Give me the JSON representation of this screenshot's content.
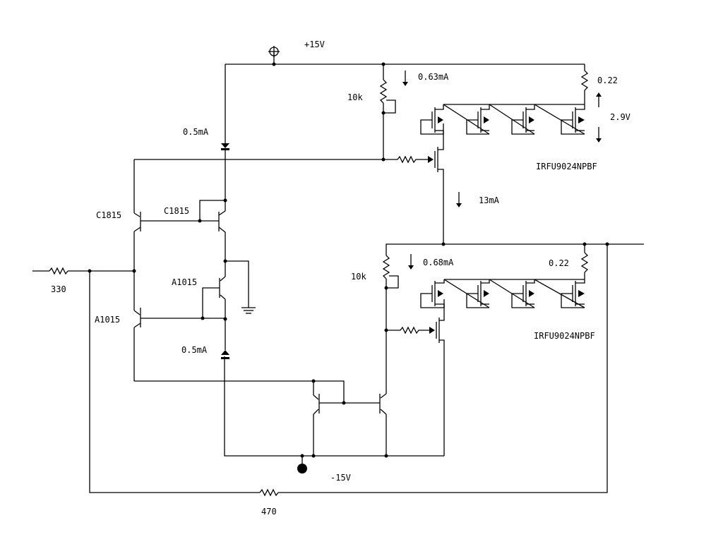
{
  "labels": {
    "vpos": "+15V",
    "vneg": "-15V",
    "i_top_bias": "0.63mA",
    "i_bot_bias": "0.68mA",
    "r_top_pot": "10k",
    "r_bot_pot": "10k",
    "r_top_sense": "0.22",
    "r_bot_sense": "0.22",
    "v_drop": "2.9V",
    "mosfet_top": "IRFU9024NPBF",
    "mosfet_bot": "IRFU9024NPBF",
    "i_mid": "13mA",
    "i_cs_top": "0.5mA",
    "i_cs_bot": "0.5mA",
    "q_c1815_left": "C1815",
    "q_c1815_right": "C1815",
    "q_a1015_right": "A1015",
    "q_a1015_left": "A1015",
    "r_in": "330",
    "r_fb": "470"
  }
}
